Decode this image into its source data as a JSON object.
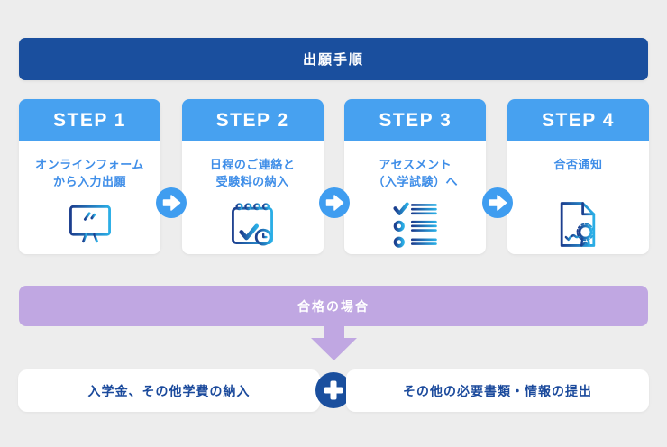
{
  "header": {
    "title": "出願手順"
  },
  "steps": [
    {
      "label": "STEP 1",
      "line1": "オンラインフォーム",
      "line2": "から入力出願",
      "icon": "monitor-icon"
    },
    {
      "label": "STEP 2",
      "line1": "日程のご連絡と",
      "line2": "受験料の納入",
      "icon": "calendar-check-icon"
    },
    {
      "label": "STEP 3",
      "line1": "アセスメント",
      "line2": "（入学試験）へ",
      "icon": "checklist-icon"
    },
    {
      "label": "STEP 4",
      "line1": "合否通知",
      "line2": "",
      "icon": "certificate-icon"
    }
  ],
  "pass_banner": {
    "label": "合格の場合"
  },
  "bottom": {
    "left_label": "入学金、その他学費の納入",
    "right_label": "その他の必要書類・情報の提出"
  },
  "colors": {
    "background": "#ededed",
    "primary_dark_blue": "#1a4f9e",
    "step_header_blue": "#47a1f0",
    "arrow_circle_blue": "#3f9df0",
    "card_text_blue": "#3f8ee8",
    "bottom_text_navy": "#1b4a9c",
    "pass_purple": "#c0a7e2",
    "icon_gradient_start": "#1c3e8e",
    "icon_gradient_end": "#2aaee6"
  }
}
